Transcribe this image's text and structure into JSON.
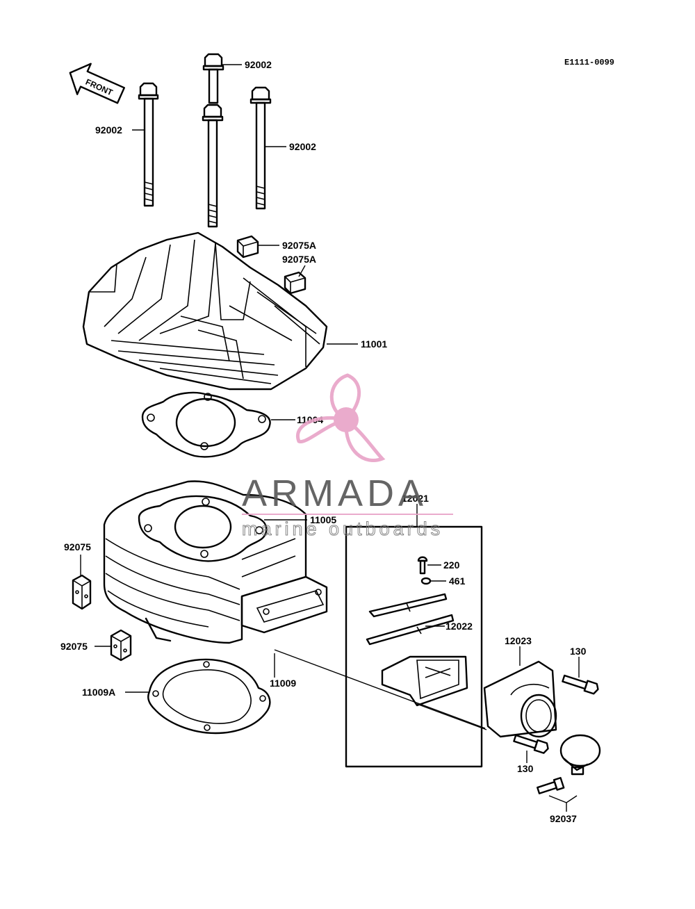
{
  "diagram": {
    "code": "E1111-0099",
    "front_label": "FRONT",
    "parts": {
      "bolt_top": "92002",
      "bolt_left": "92002",
      "bolt_right": "92002",
      "plug_a1": "92075A",
      "plug_a2": "92075A",
      "cylinder_head": "11001",
      "head_gasket": "11004",
      "cylinder": "11005",
      "reed_valve_assy": "12021",
      "screw_220": "220",
      "washer_461": "461",
      "reed_plate": "12022",
      "intake_manifold": "12023",
      "bolt_130_top": "130",
      "bolt_130_bottom": "130",
      "plug_upper": "92075",
      "plug_lower": "92075",
      "base_gasket": "11009A",
      "reed_gasket": "11009",
      "clamp": "92037"
    }
  },
  "watermark": {
    "brand": "ARMADA",
    "tagline": "marine outboards",
    "color": "#e8a3c7"
  }
}
